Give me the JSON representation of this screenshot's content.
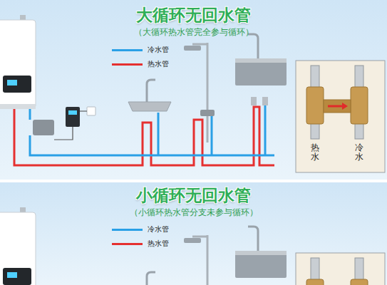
{
  "diagram": {
    "nodes": [
      {
        "text": [
          "大循环无回水管",
          "（大循环热水管完全参与循环）"
        ]
      },
      {
        "text": [
          "热水",
          "冷水"
        ],
        "in": 0
      },
      {
        "text": [
          "小循环无回水管",
          "（小循环热水管分支未参与循环）"
        ]
      }
    ],
    "legend": [
      {
        "text": "冷水管"
      },
      {
        "text": "热水管"
      },
      {
        "text": "冷水管"
      },
      {
        "text": "热水管"
      }
    ]
  }
}
